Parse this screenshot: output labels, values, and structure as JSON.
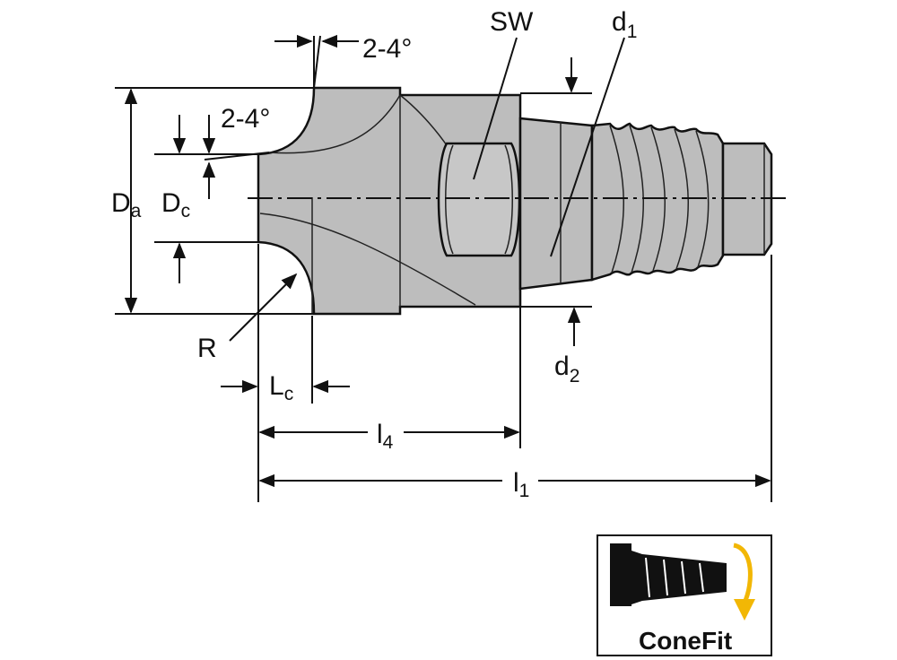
{
  "labels": {
    "angle_top": "2-4°",
    "angle_side": "2-4°",
    "sw": "SW",
    "d1_main": "d",
    "d1_sub": "1",
    "d2_main": "d",
    "d2_sub": "2",
    "da_main": "D",
    "da_sub": "a",
    "dc_main": "D",
    "dc_sub": "c",
    "r": "R",
    "lc_main": "L",
    "lc_sub": "c",
    "l4_main": "l",
    "l4_sub": "4",
    "l1_main": "l",
    "l1_sub": "1"
  },
  "logo": {
    "name": "ConeFit",
    "accent_color": "#f2b705"
  },
  "colors": {
    "body": "#bdbdbd",
    "line": "#111111"
  }
}
